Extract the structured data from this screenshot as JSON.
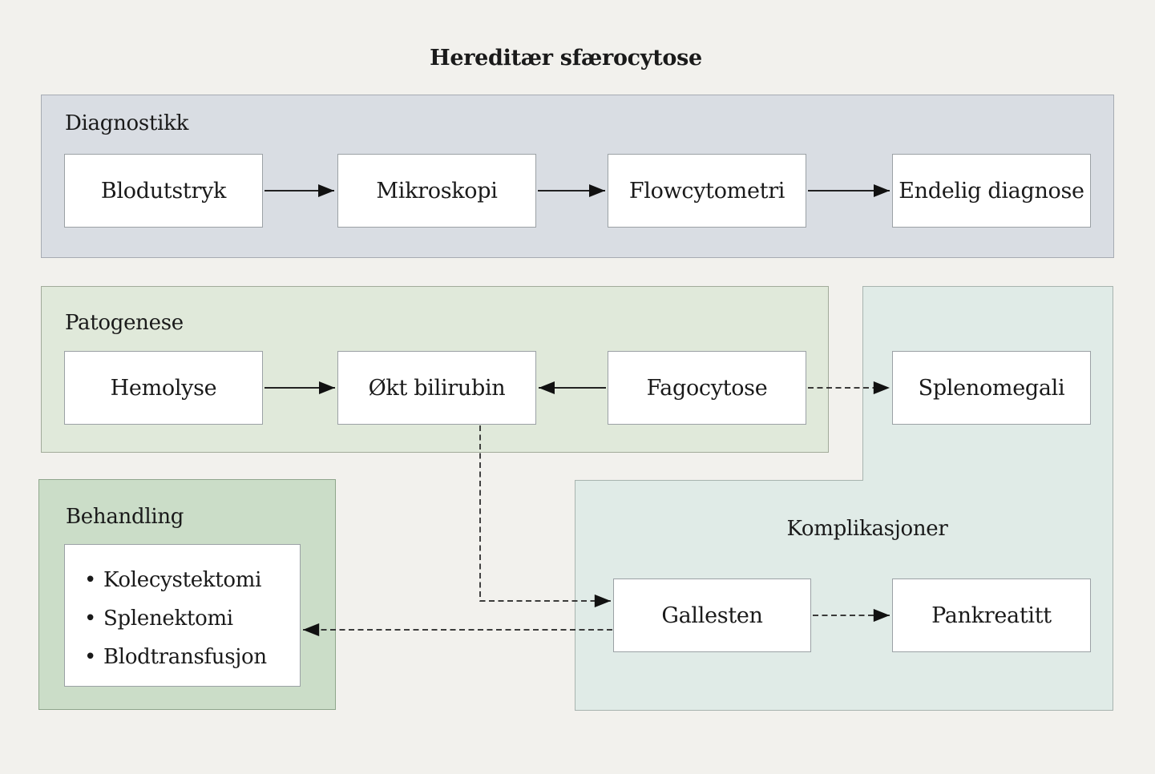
{
  "title": "Hereditær sfærocytose",
  "sections": {
    "diagnostikk": {
      "label": "Diagnostikk",
      "boxes": [
        "Blodutstryk",
        "Mikroskopi",
        "Flowcytometri",
        "Endelig diagnose"
      ]
    },
    "patogenese": {
      "label": "Patogenese",
      "boxes": [
        "Hemolyse",
        "Økt bilirubin",
        "Fagocytose"
      ]
    },
    "komplikasjoner": {
      "label": "Komplikasjoner",
      "boxes": [
        "Splenomegali",
        "Gallesten",
        "Pankreatitt"
      ]
    },
    "behandling": {
      "label": "Behandling",
      "items": [
        "Kolecystektomi",
        "Splenektomi",
        "Blodtransfusjon"
      ]
    }
  },
  "edges": [
    {
      "from": "Blodutstryk",
      "to": "Mikroskopi",
      "style": "solid"
    },
    {
      "from": "Mikroskopi",
      "to": "Flowcytometri",
      "style": "solid"
    },
    {
      "from": "Flowcytometri",
      "to": "Endelig diagnose",
      "style": "solid"
    },
    {
      "from": "Hemolyse",
      "to": "Økt bilirubin",
      "style": "solid"
    },
    {
      "from": "Fagocytose",
      "to": "Økt bilirubin",
      "style": "solid"
    },
    {
      "from": "Fagocytose",
      "to": "Splenomegali",
      "style": "dashed"
    },
    {
      "from": "Økt bilirubin",
      "to": "Gallesten",
      "style": "dashed"
    },
    {
      "from": "Gallesten",
      "to": "Behandling",
      "style": "dashed"
    },
    {
      "from": "Gallesten",
      "to": "Pankreatitt",
      "style": "dashed"
    }
  ],
  "colors": {
    "background": "#f2f1ed",
    "panel_diagnostikk": "#d9dde3",
    "panel_patogenese": "#e0e9da",
    "panel_komplikasjoner": "#e0ebe7",
    "panel_behandling": "#cbddc8",
    "node_fill": "#ffffff",
    "node_border": "#9ba1a5",
    "arrow": "#222222",
    "text": "#1a1a1a"
  }
}
